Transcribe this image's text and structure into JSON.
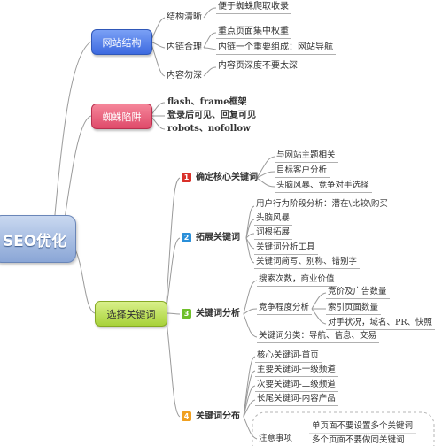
{
  "root": {
    "label": "SEO优化"
  },
  "site_structure": {
    "label": "网站结构",
    "items": [
      {
        "label": "结构清晰",
        "notes": [
          "便于蜘蛛爬取收录"
        ]
      },
      {
        "label": "内链合理",
        "notes": [
          "重点页面集中权重",
          "内链一个重要组成：网站导航"
        ]
      },
      {
        "label": "内容勿深",
        "notes": [
          "内容页深度不要太深"
        ]
      }
    ]
  },
  "spider_traps": {
    "label": "蜘蛛陷阱",
    "items": [
      "flash、frame框架",
      "登录后可见、回复可见",
      "robots、nofollow"
    ]
  },
  "keyword_selection": {
    "label": "选择关键词",
    "steps": [
      {
        "badge": "1",
        "label": "确定核心关键词",
        "items": [
          "与网站主题相关",
          "目标客户分析",
          "头脑风暴、竞争对手选择"
        ]
      },
      {
        "badge": "2",
        "label": "拓展关键词",
        "items": [
          "用户行为阶段分析：潜在\\比较\\购买",
          "头脑风暴",
          "词根拓展",
          "关键词分析工具",
          "关键词简写、别称、错别字"
        ]
      },
      {
        "badge": "3",
        "label": "关键词分析",
        "items": [
          "搜索次数，商业价值",
          "竞争程度分析",
          "关键词分类：导航、信息、交易"
        ],
        "competition": [
          "竞价及广告数量",
          "索引页面数量",
          "对手状况，域名、PR、快照"
        ]
      },
      {
        "badge": "4",
        "label": "关键词分布",
        "items": [
          "核心关键词-首页",
          "主要关键词-一级频道",
          "次要关键词-二级频道",
          "长尾关键词-内容产品"
        ],
        "notes_label": "注意事项",
        "notes": [
          "单页面不要设置多个关键词",
          "多个页面不要做同关键词"
        ]
      }
    ]
  }
}
